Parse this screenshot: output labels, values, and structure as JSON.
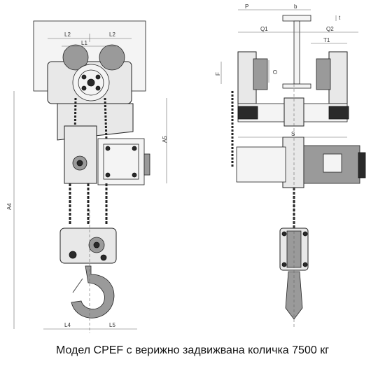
{
  "caption": "Модел CPEF с верижно задвижвана количка 7500 кг",
  "dimensions": {
    "L2_left": "L2",
    "L2_right": "L2",
    "L1": "L1",
    "A4": "A4",
    "A5": "A5",
    "L4": "L4",
    "L5": "L5",
    "P": "P",
    "b": "b",
    "t": "t",
    "Q1": "Q1",
    "Q2": "Q2",
    "T1": "T1",
    "F": "F",
    "O": "O",
    "S": "S"
  }
}
